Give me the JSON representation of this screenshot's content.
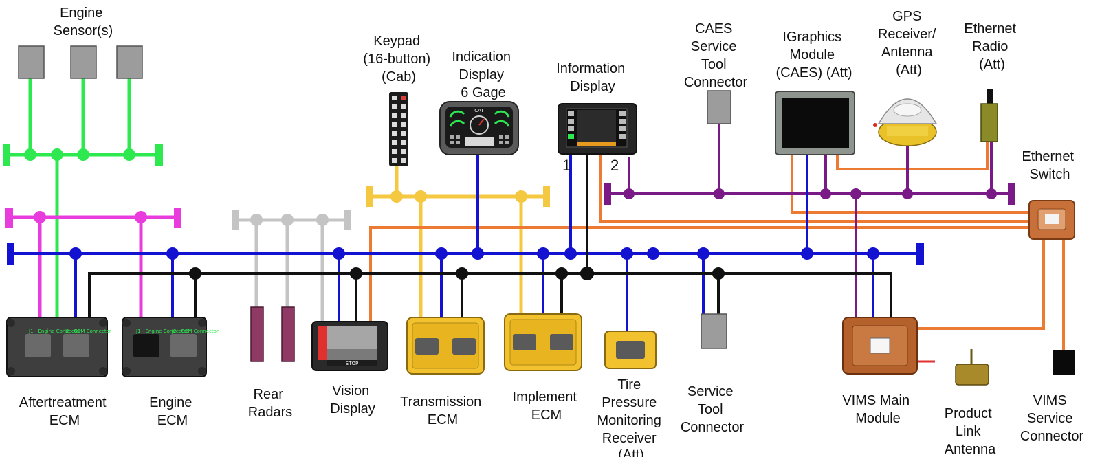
{
  "colors": {
    "green": "#2ee850",
    "magenta": "#e83cdc",
    "blue": "#1212d0",
    "black": "#111111",
    "gray": "#c4c4c4",
    "yellow": "#f5c842",
    "purple": "#7a1a86",
    "orange": "#ec7a32",
    "ecm_yellow": "#f2c12e",
    "vims_brown": "#b5612b"
  },
  "labels": {
    "engine_sensors": [
      "Engine",
      "Sensor(s)"
    ],
    "keypad": [
      "Keypad",
      "(16-button)",
      "(Cab)"
    ],
    "indication_display": [
      "Indication",
      "Display",
      "6 Gage"
    ],
    "information_display": [
      "Information",
      "Display"
    ],
    "caes_service_tool": [
      "CAES",
      "Service",
      "Tool",
      "Connector"
    ],
    "igraphics": [
      "IGraphics",
      "Module",
      "(CAES) (Att)"
    ],
    "gps": [
      "GPS",
      "Receiver/",
      "Antenna",
      "(Att)"
    ],
    "ethernet_radio": [
      "Ethernet",
      "Radio",
      "(Att)"
    ],
    "ethernet_switch": [
      "Ethernet",
      "Switch"
    ],
    "aftertreatment_ecm": [
      "Aftertreatment",
      "ECM"
    ],
    "engine_ecm": [
      "Engine",
      "ECM"
    ],
    "rear_radars": [
      "Rear",
      "Radars"
    ],
    "vision_display": [
      "Vision",
      "Display"
    ],
    "transmission_ecm": [
      "Transmission",
      "ECM"
    ],
    "implement_ecm": [
      "Implement",
      "ECM"
    ],
    "tire_pressure": [
      "Tire",
      "Pressure",
      "Monitoring",
      "Receiver",
      "(Att)"
    ],
    "service_tool": [
      "Service",
      "Tool",
      "Connector"
    ],
    "vims_main": [
      "VIMS Main",
      "Module"
    ],
    "product_link": [
      "Product",
      "Link",
      "Antenna"
    ],
    "vims_service": [
      "VIMS",
      "Service",
      "Connector"
    ]
  },
  "port_labels": {
    "port1": "1",
    "port2": "2"
  },
  "device_text": {
    "cat_logo": "CAT",
    "ecm_connector_j1": "J1 - Engine Connector",
    "ecm_connector_j2": "J2 - OEM Connector",
    "vision_status": "STOP"
  }
}
